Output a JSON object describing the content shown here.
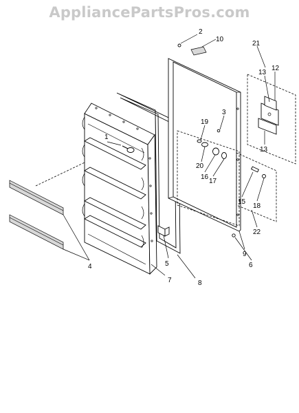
{
  "watermark": "AppliancePartsPros.com",
  "callouts": {
    "c1": "1",
    "c2": "2",
    "c3": "3",
    "c4": "4",
    "c5": "5",
    "c6": "6",
    "c7": "7",
    "c8": "8",
    "c9": "9",
    "c10": "10",
    "c12": "12",
    "c13a": "13",
    "c13b": "13",
    "c15": "15",
    "c16": "16",
    "c17": "17",
    "c18": "18",
    "c19": "19",
    "c20": "20",
    "c21": "21",
    "c22": "22"
  }
}
